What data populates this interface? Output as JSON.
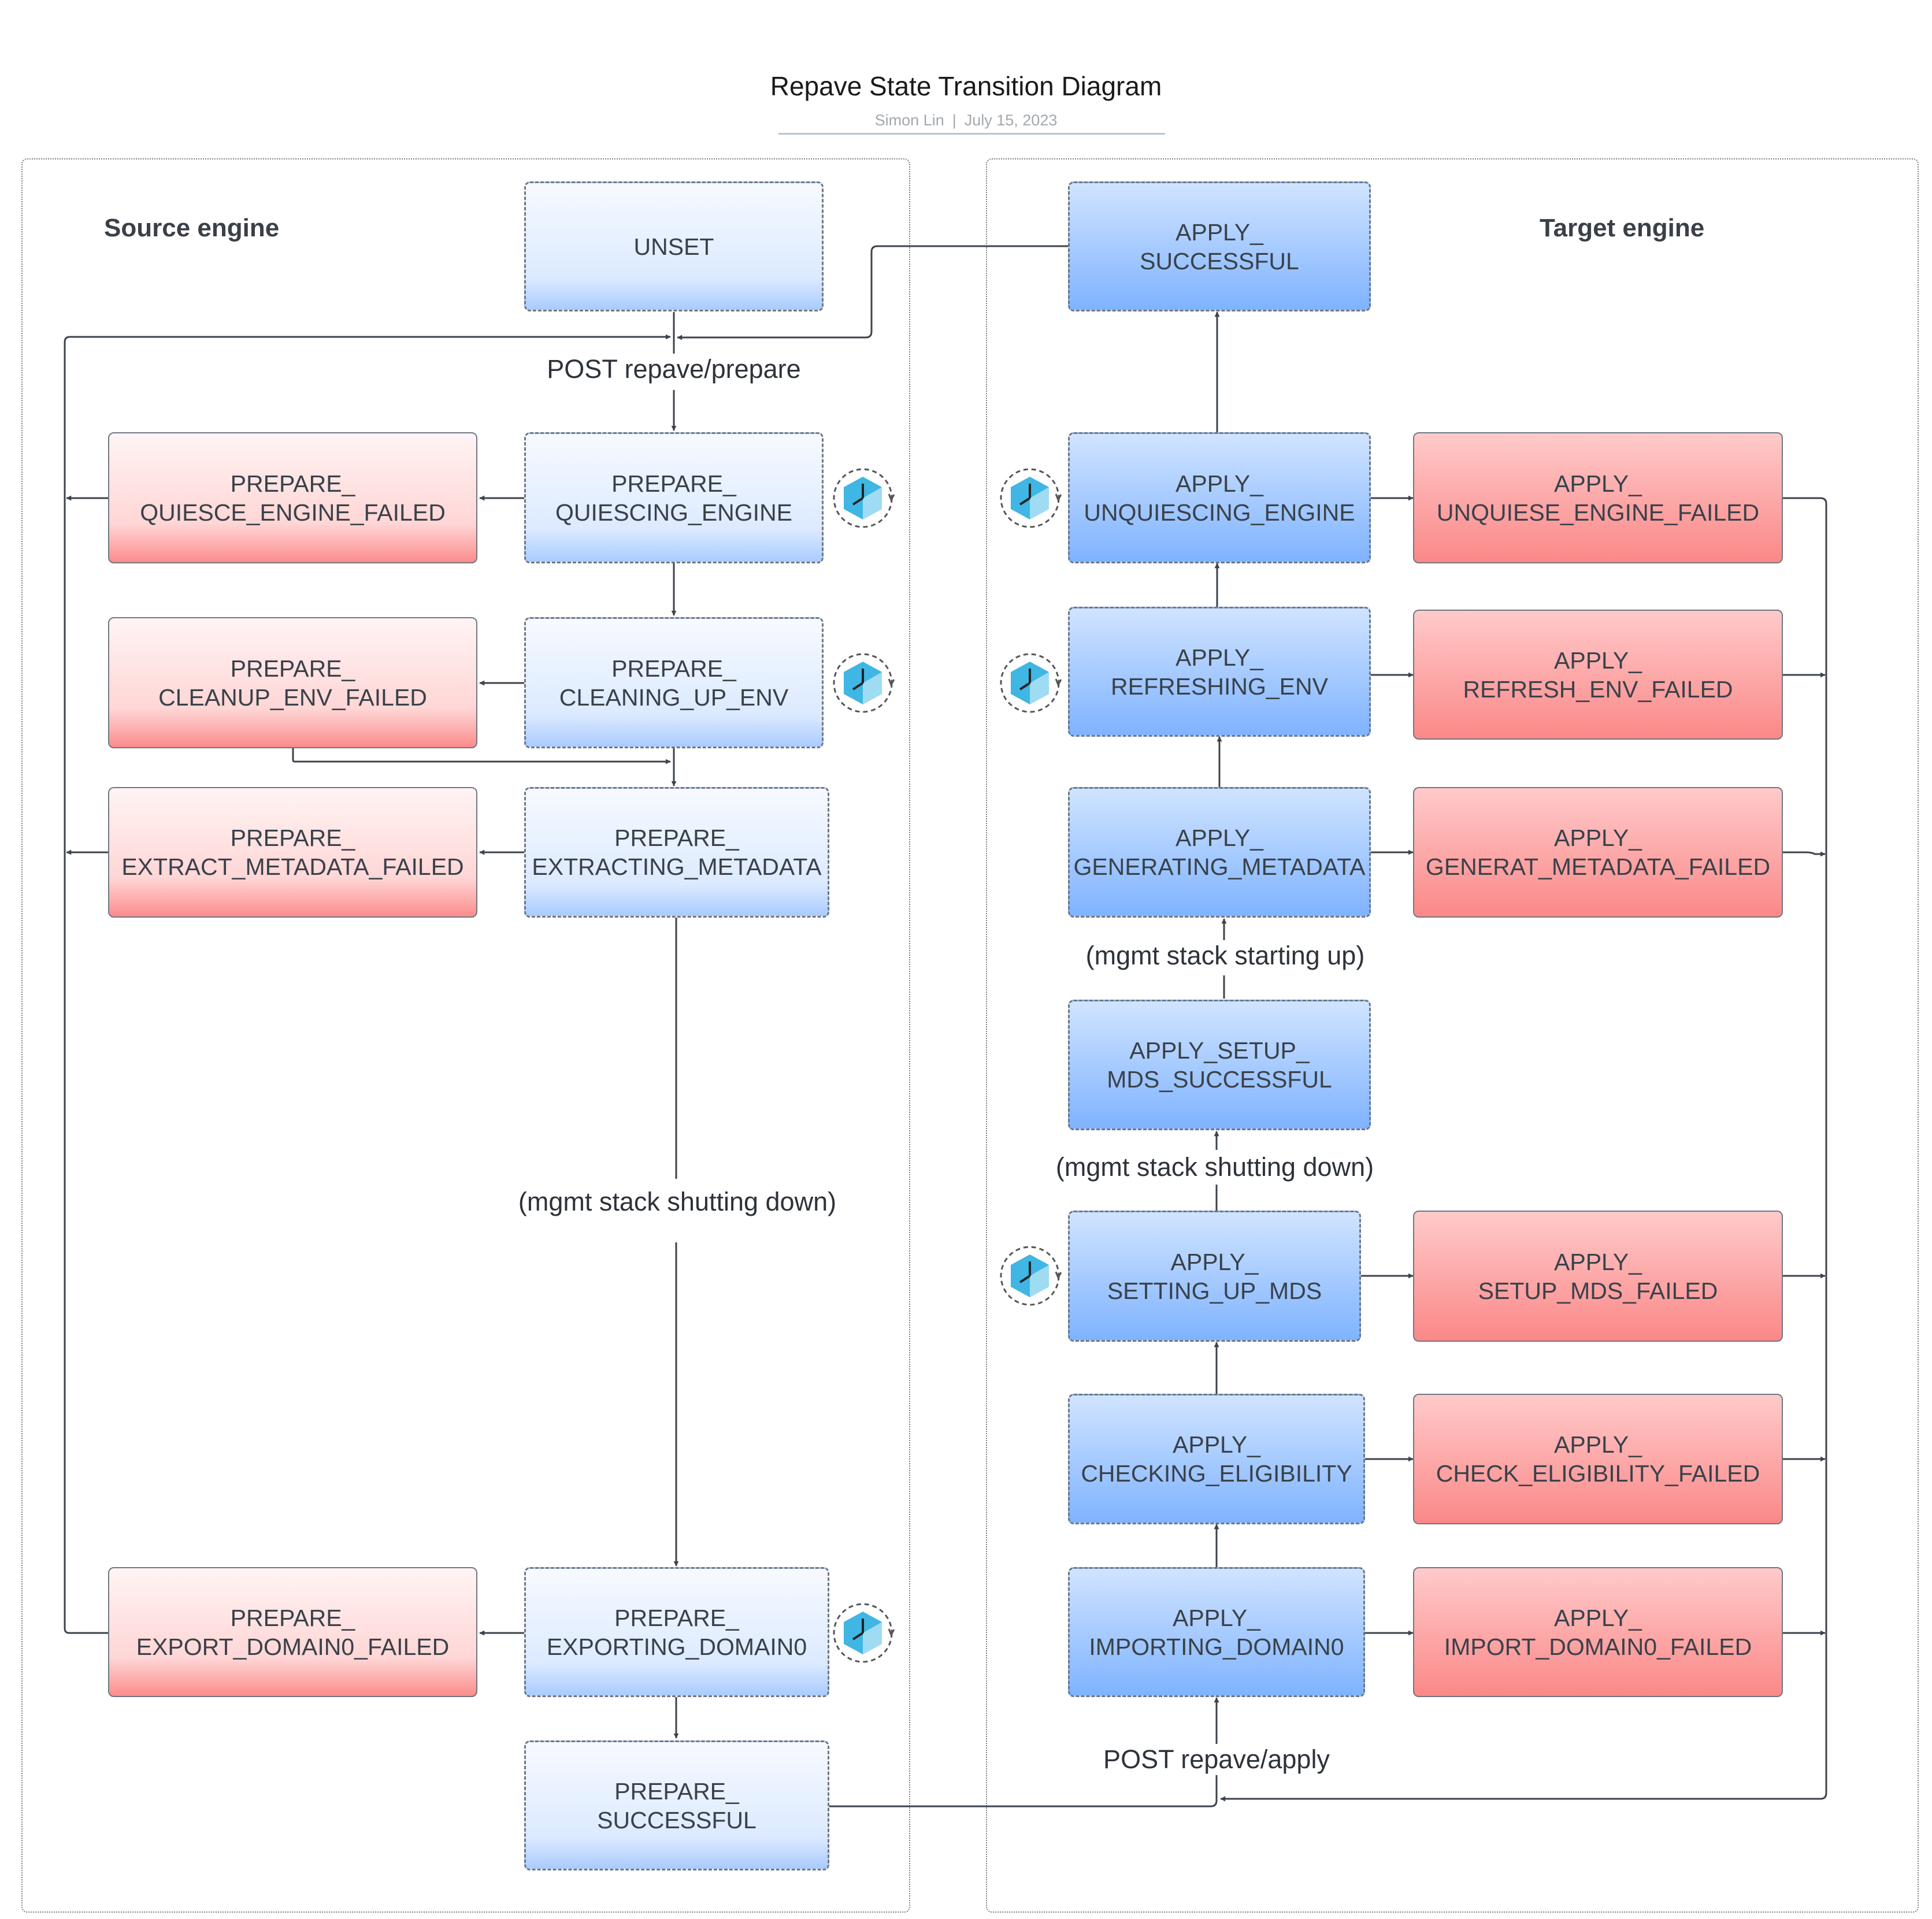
{
  "title": "Repave State Transition Diagram",
  "author": "Simon Lin",
  "date": "July 15, 2023",
  "containers": {
    "source": {
      "label": "Source engine"
    },
    "target": {
      "label": "Target engine"
    }
  },
  "edge_labels": {
    "prepare_call": "POST repave/prepare",
    "apply_call": "POST repave/apply",
    "source_shutdown": "(mgmt stack shutting down)",
    "target_shutdown": "(mgmt stack shutting down)",
    "target_startup": "(mgmt stack starting up)"
  },
  "states": {
    "unset": {
      "lines": [
        "UNSET"
      ]
    },
    "prepare_quiescing_engine": {
      "lines": [
        "PREPARE_",
        "QUIESCING_ENGINE"
      ]
    },
    "prepare_quiesce_engine_failed": {
      "lines": [
        "PREPARE_",
        "QUIESCE_ENGINE_FAILED"
      ]
    },
    "prepare_cleaning_up_env": {
      "lines": [
        "PREPARE_",
        "CLEANING_UP_ENV"
      ]
    },
    "prepare_cleanup_env_failed": {
      "lines": [
        "PREPARE_",
        "CLEANUP_ENV_FAILED"
      ]
    },
    "prepare_extracting_metadata": {
      "lines": [
        "PREPARE_",
        "EXTRACTING_METADATA"
      ]
    },
    "prepare_extract_metadata_failed": {
      "lines": [
        "PREPARE_",
        "EXTRACT_METADATA_FAILED"
      ]
    },
    "prepare_exporting_domain0": {
      "lines": [
        "PREPARE_",
        "EXPORTING_DOMAIN0"
      ]
    },
    "prepare_export_domain0_failed": {
      "lines": [
        "PREPARE_",
        "EXPORT_DOMAIN0_FAILED"
      ]
    },
    "prepare_successful": {
      "lines": [
        "PREPARE_",
        "SUCCESSFUL"
      ]
    },
    "apply_successful": {
      "lines": [
        "APPLY_",
        "SUCCESSFUL"
      ]
    },
    "apply_unquiescing_engine": {
      "lines": [
        "APPLY_",
        "UNQUIESCING_ENGINE"
      ]
    },
    "apply_unquiese_engine_failed": {
      "lines": [
        "APPLY_",
        "UNQUIESE_ENGINE_FAILED"
      ]
    },
    "apply_refreshing_env": {
      "lines": [
        "APPLY_",
        "REFRESHING_ENV"
      ]
    },
    "apply_refresh_env_failed": {
      "lines": [
        "APPLY_",
        "REFRESH_ENV_FAILED"
      ]
    },
    "apply_generating_metadata": {
      "lines": [
        "APPLY_",
        "GENERATING_METADATA"
      ]
    },
    "apply_generat_metadata_failed": {
      "lines": [
        "APPLY_",
        "GENERAT_METADATA_FAILED"
      ]
    },
    "apply_setup_mds_successful": {
      "lines": [
        "APPLY_SETUP_",
        "MDS_SUCCESSFUL"
      ]
    },
    "apply_setting_up_mds": {
      "lines": [
        "APPLY_",
        "SETTING_UP_MDS"
      ]
    },
    "apply_setup_mds_failed": {
      "lines": [
        "APPLY_",
        "SETUP_MDS_FAILED"
      ]
    },
    "apply_checking_eligibility": {
      "lines": [
        "APPLY_",
        "CHECKING_ELIGIBILITY"
      ]
    },
    "apply_check_eligibility_failed": {
      "lines": [
        "APPLY_",
        "CHECK_ELIGIBILITY_FAILED"
      ]
    },
    "apply_importing_domain0": {
      "lines": [
        "APPLY_",
        "IMPORTING_DOMAIN0"
      ]
    },
    "apply_import_domain0_failed": {
      "lines": [
        "APPLY_",
        "IMPORT_DOMAIN0_FAILED"
      ]
    }
  },
  "colors": {
    "connector": "#3d434b",
    "timer_icon": "#3fb6e3"
  }
}
